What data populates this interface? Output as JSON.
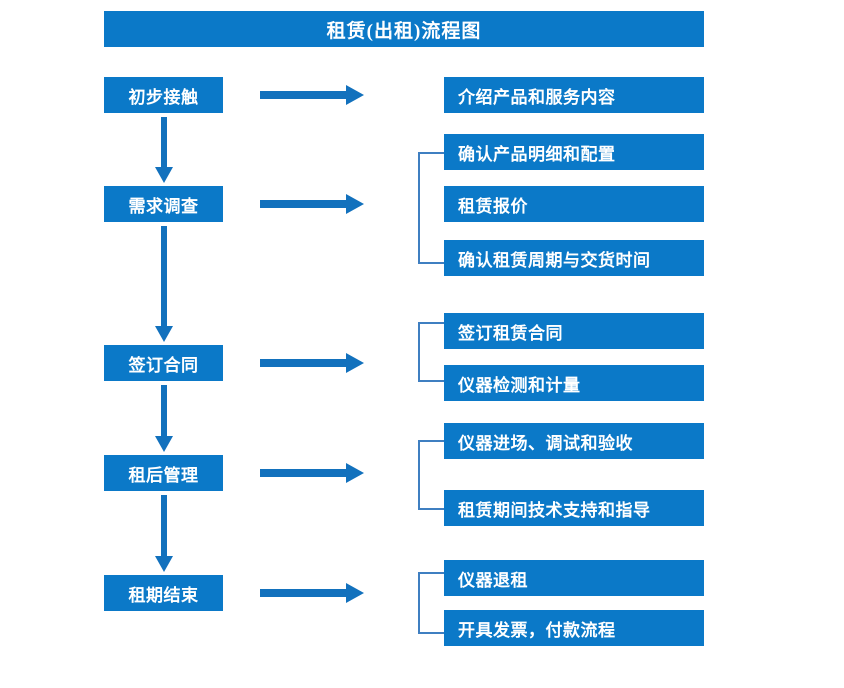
{
  "diagram": {
    "title": "租赁(出租)流程图",
    "colors": {
      "box_fill": "#0B79C8",
      "box_text": "#FFFFFF",
      "arrow": "#1271BD",
      "bracket": "#3F7FC1",
      "background": "#FFFFFF"
    },
    "stages": [
      {
        "id": "stage-1",
        "label": "初步接触"
      },
      {
        "id": "stage-2",
        "label": "需求调查"
      },
      {
        "id": "stage-3",
        "label": "签订合同"
      },
      {
        "id": "stage-4",
        "label": "租后管理"
      },
      {
        "id": "stage-5",
        "label": "租期结束"
      }
    ],
    "details": [
      {
        "id": "detail-1-1",
        "label": "介绍产品和服务内容"
      },
      {
        "id": "detail-2-1",
        "label": "确认产品明细和配置"
      },
      {
        "id": "detail-2-2",
        "label": "租赁报价"
      },
      {
        "id": "detail-2-3",
        "label": "确认租赁周期与交货时间"
      },
      {
        "id": "detail-3-1",
        "label": "签订租赁合同"
      },
      {
        "id": "detail-3-2",
        "label": "仪器检测和计量"
      },
      {
        "id": "detail-4-1",
        "label": "仪器进场、调试和验收"
      },
      {
        "id": "detail-4-2",
        "label": "租赁期间技术支持和指导"
      },
      {
        "id": "detail-5-1",
        "label": "仪器退租"
      },
      {
        "id": "detail-5-2",
        "label": "开具发票，付款流程"
      }
    ],
    "connectors": {
      "vertical_arrows": 4,
      "horizontal_arrows": 5,
      "brackets": 4
    }
  }
}
